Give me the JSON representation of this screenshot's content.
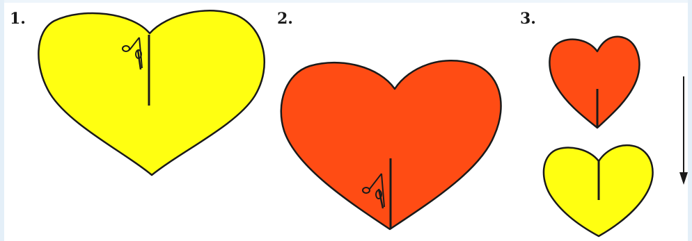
{
  "steps": [
    {
      "label": "1.",
      "heart_color": "#ffff11"
    },
    {
      "label": "2.",
      "heart_color": "#ff4c14"
    },
    {
      "label": "3.",
      "top_heart_color": "#ff4c14",
      "bottom_heart_color": "#ffff11"
    }
  ],
  "colors": {
    "yellow": "#ffff11",
    "red": "#ff4c14",
    "outline": "#1a1a1a",
    "frame": "#e4eff8"
  },
  "icons": [
    "scissors-icon",
    "arrow-down-icon"
  ]
}
